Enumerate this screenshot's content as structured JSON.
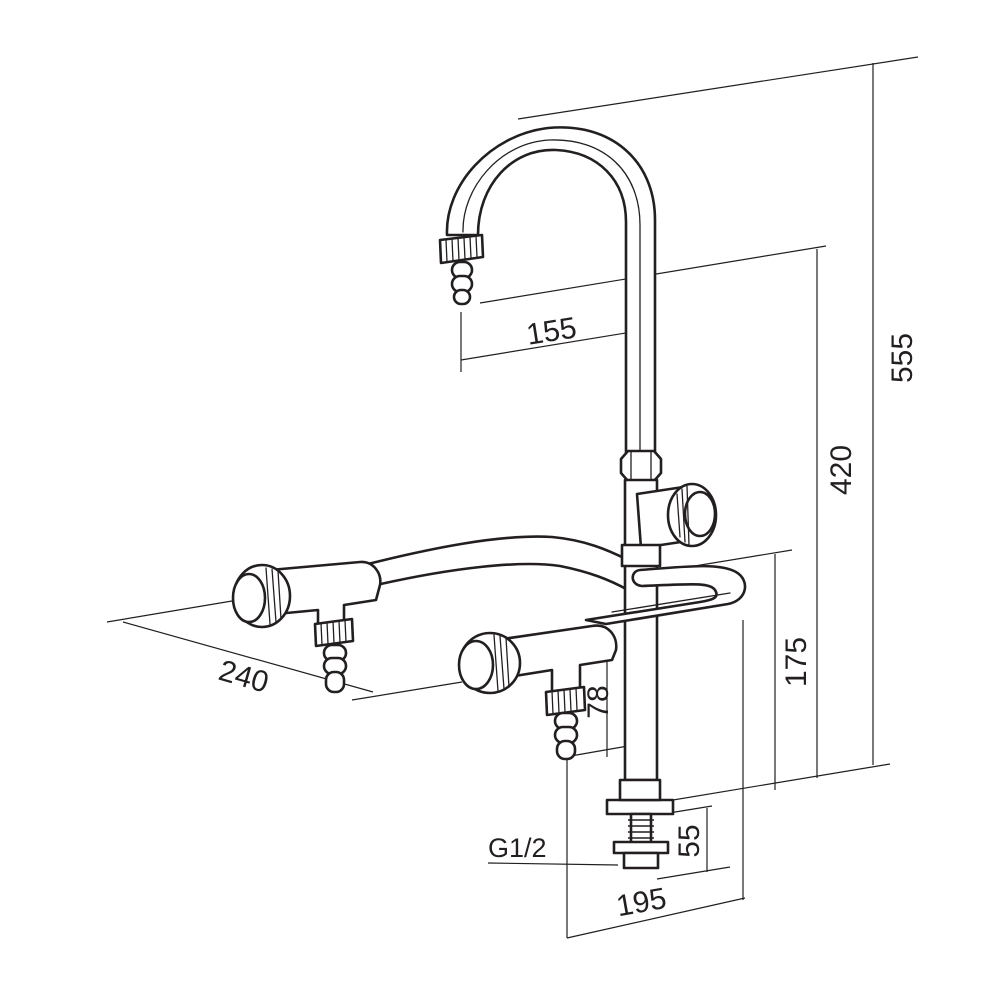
{
  "dimensions": {
    "total_height": "555",
    "column_height": "420",
    "spout_reach": "155",
    "branch_height": "175",
    "arm_width": "240",
    "outlet_height": "78",
    "shank_length": "55",
    "base_width": "195",
    "thread_spec": "G1/2"
  }
}
